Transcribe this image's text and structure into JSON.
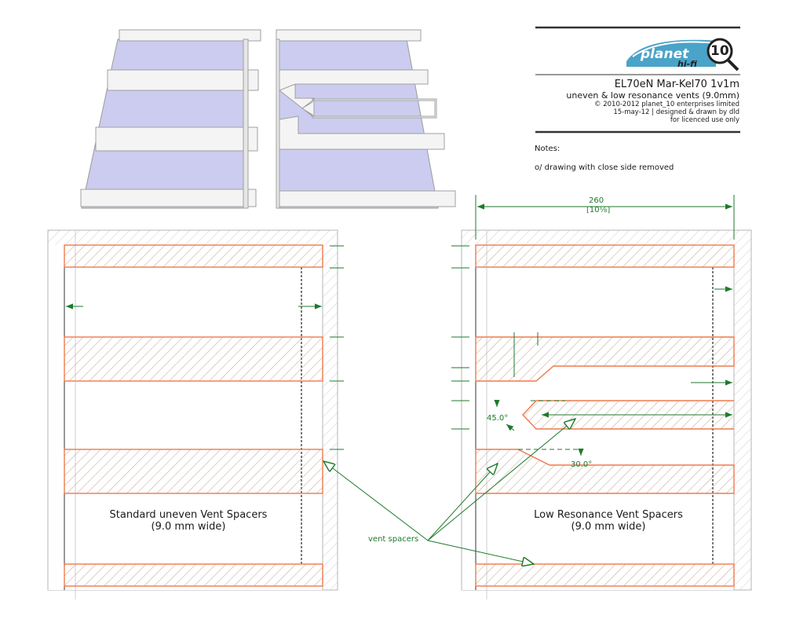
{
  "title_block": {
    "logo": {
      "brand": "planet",
      "number": "10",
      "sub": "hi-fi"
    },
    "title": "EL70eN Mar-Kel70  1v1m",
    "subtitle": "uneven & low resonance vents (9.0mm)",
    "copyright": "© 2010-2012 planet_10 enterprises limited",
    "date_line": "15-may-12 | designed & drawn by dld",
    "license": "for licenced  use only"
  },
  "notes": {
    "heading": "Notes:",
    "lines": [
      "o/ drawing with close side removed"
    ]
  },
  "dimensions": {
    "width_value": "260",
    "width_ratio": "[10⅛]",
    "angle_a": "45.0°",
    "angle_b": "30.0°"
  },
  "left_panel": {
    "caption_line1": "Standard  uneven Vent Spacers",
    "caption_line2": "(9.0 mm wide)"
  },
  "right_panel": {
    "caption_line1": "Low Resonance Vent Spacers",
    "caption_line2": "(9.0 mm wide)"
  },
  "callout": {
    "label": "vent spacers"
  },
  "colors": {
    "spacer_outline": "#f07a4a",
    "hatch": "#c8a090",
    "dimension": "#1f7a2c",
    "wall": "#b5b5b5",
    "panel_fill": "#ccccf0"
  }
}
